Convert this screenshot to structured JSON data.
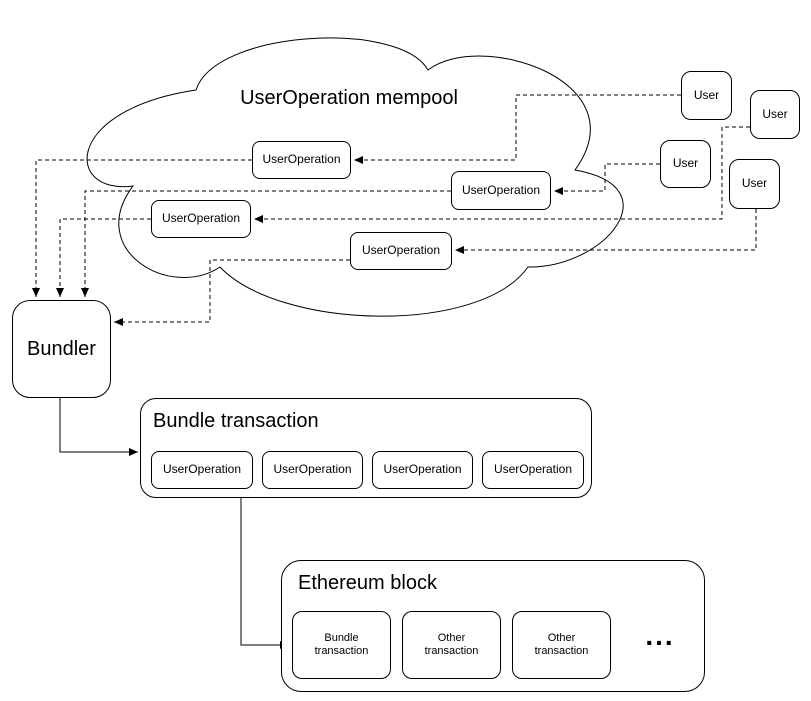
{
  "colors": {
    "stroke": "#000000",
    "background": "#ffffff",
    "text": "#000000"
  },
  "mempool": {
    "title": "UserOperation mempool",
    "user_operations": [
      "UserOperation",
      "UserOperation",
      "UserOperation",
      "UserOperation"
    ]
  },
  "users": [
    {
      "label": "User"
    },
    {
      "label": "User"
    },
    {
      "label": "User"
    },
    {
      "label": "User"
    }
  ],
  "bundler": {
    "label": "Bundler"
  },
  "bundle_transaction": {
    "title": "Bundle transaction",
    "user_operations": [
      "UserOperation",
      "UserOperation",
      "UserOperation",
      "UserOperation"
    ]
  },
  "ethereum_block": {
    "title": "Ethereum block",
    "transactions": [
      {
        "line1": "Bundle",
        "line2": "transaction"
      },
      {
        "line1": "Other",
        "line2": "transaction"
      },
      {
        "line1": "Other",
        "line2": "transaction"
      }
    ],
    "ellipsis": "..."
  }
}
